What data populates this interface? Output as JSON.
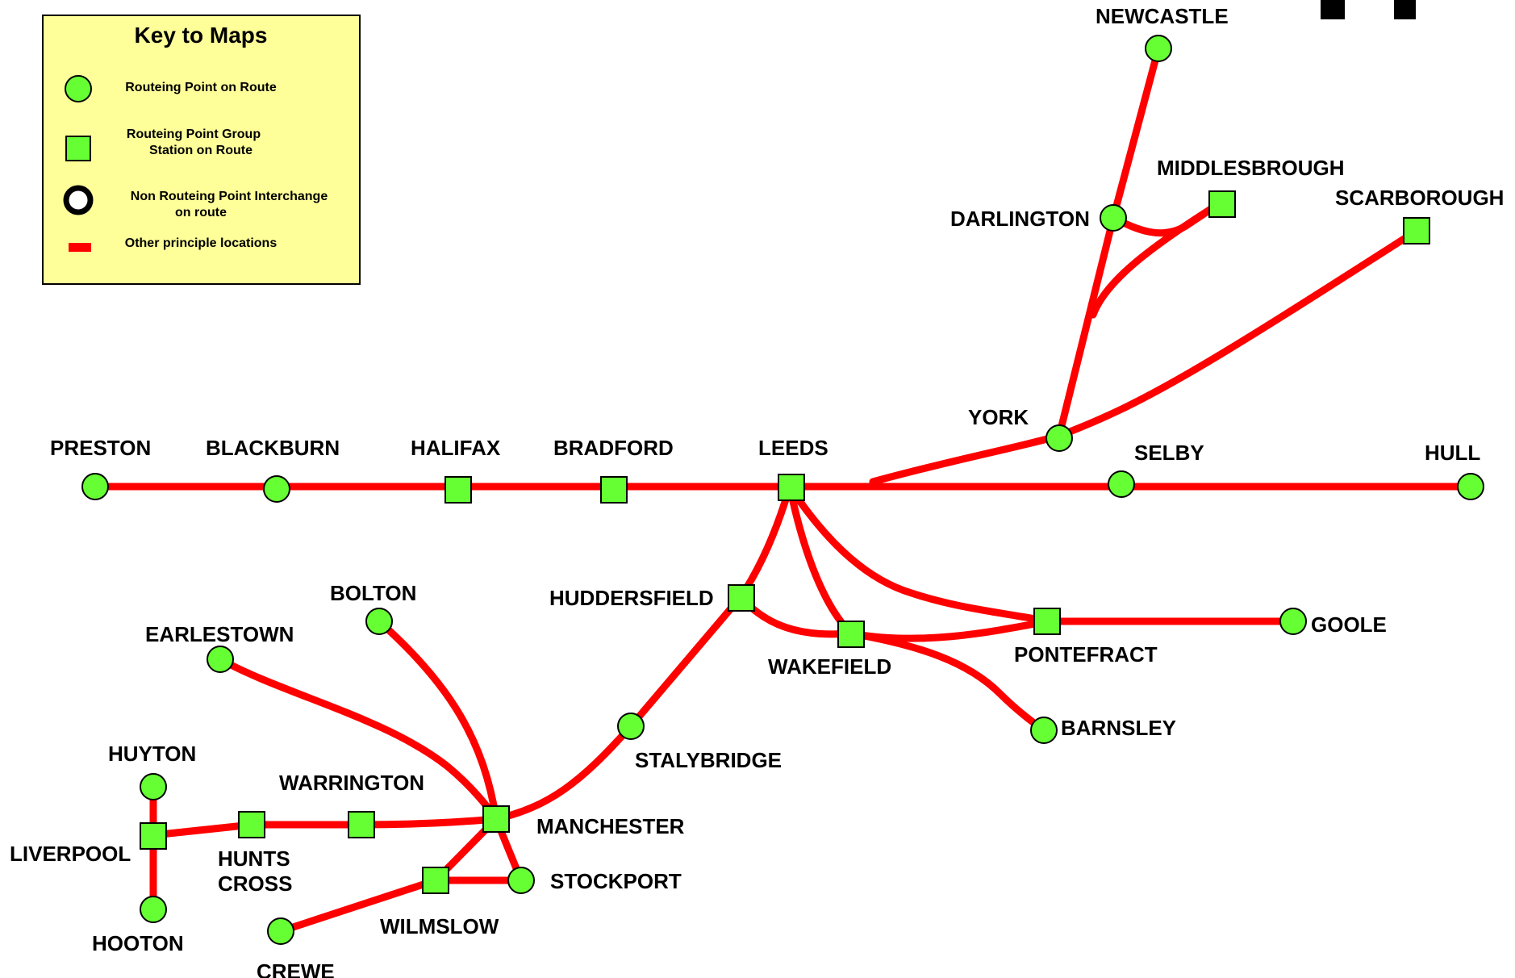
{
  "colors": {
    "track": "#ff0000",
    "station_fill": "#66ff33",
    "key_background": "#ffff99",
    "outline": "#000000"
  },
  "key": {
    "title": "Key to Maps",
    "items": [
      {
        "symbol": "green-circle",
        "lines": [
          "Routeing Point on Route"
        ]
      },
      {
        "symbol": "green-square",
        "lines": [
          "Routeing Point Group",
          "Station on Route"
        ]
      },
      {
        "symbol": "black-ring",
        "lines": [
          "Non Routeing Point Interchange",
          "on route"
        ]
      },
      {
        "symbol": "red-dash",
        "lines": [
          "Other principle locations"
        ]
      }
    ]
  },
  "stations": [
    {
      "id": "preston",
      "name": "PRESTON",
      "type": "routeing-point"
    },
    {
      "id": "blackburn",
      "name": "BLACKBURN",
      "type": "routeing-point"
    },
    {
      "id": "halifax",
      "name": "HALIFAX",
      "type": "group-station"
    },
    {
      "id": "bradford",
      "name": "BRADFORD",
      "type": "group-station"
    },
    {
      "id": "leeds",
      "name": "LEEDS",
      "type": "group-station"
    },
    {
      "id": "york",
      "name": "YORK",
      "type": "routeing-point"
    },
    {
      "id": "selby",
      "name": "SELBY",
      "type": "routeing-point"
    },
    {
      "id": "hull",
      "name": "HULL",
      "type": "routeing-point"
    },
    {
      "id": "newcastle",
      "name": "NEWCASTLE",
      "type": "routeing-point"
    },
    {
      "id": "darlington",
      "name": "DARLINGTON",
      "type": "routeing-point"
    },
    {
      "id": "middlesbrough",
      "name": "MIDDLESBROUGH",
      "type": "group-station"
    },
    {
      "id": "scarborough",
      "name": "SCARBOROUGH",
      "type": "group-station"
    },
    {
      "id": "huddersfield",
      "name": "HUDDERSFIELD",
      "type": "group-station"
    },
    {
      "id": "wakefield",
      "name": "WAKEFIELD",
      "type": "group-station"
    },
    {
      "id": "pontefract",
      "name": "PONTEFRACT",
      "type": "group-station"
    },
    {
      "id": "goole",
      "name": "GOOLE",
      "type": "routeing-point"
    },
    {
      "id": "barnsley",
      "name": "BARNSLEY",
      "type": "routeing-point"
    },
    {
      "id": "stalybridge",
      "name": "STALYBRIDGE",
      "type": "routeing-point"
    },
    {
      "id": "manchester",
      "name": "MANCHESTER",
      "type": "group-station"
    },
    {
      "id": "stockport",
      "name": "STOCKPORT",
      "type": "routeing-point"
    },
    {
      "id": "wilmslow",
      "name": "WILMSLOW",
      "type": "group-station"
    },
    {
      "id": "crewe",
      "name": "CREWE",
      "type": "routeing-point"
    },
    {
      "id": "bolton",
      "name": "BOLTON",
      "type": "routeing-point"
    },
    {
      "id": "earlestown",
      "name": "EARLESTOWN",
      "type": "routeing-point"
    },
    {
      "id": "warrington",
      "name": "WARRINGTON",
      "type": "group-station"
    },
    {
      "id": "huntscross",
      "name": [
        "HUNTS",
        "CROSS"
      ],
      "type": "group-station"
    },
    {
      "id": "liverpool",
      "name": "LIVERPOOL",
      "type": "group-station"
    },
    {
      "id": "huyton",
      "name": "HUYTON",
      "type": "routeing-point"
    },
    {
      "id": "hooton",
      "name": "HOOTON",
      "type": "routeing-point"
    }
  ]
}
